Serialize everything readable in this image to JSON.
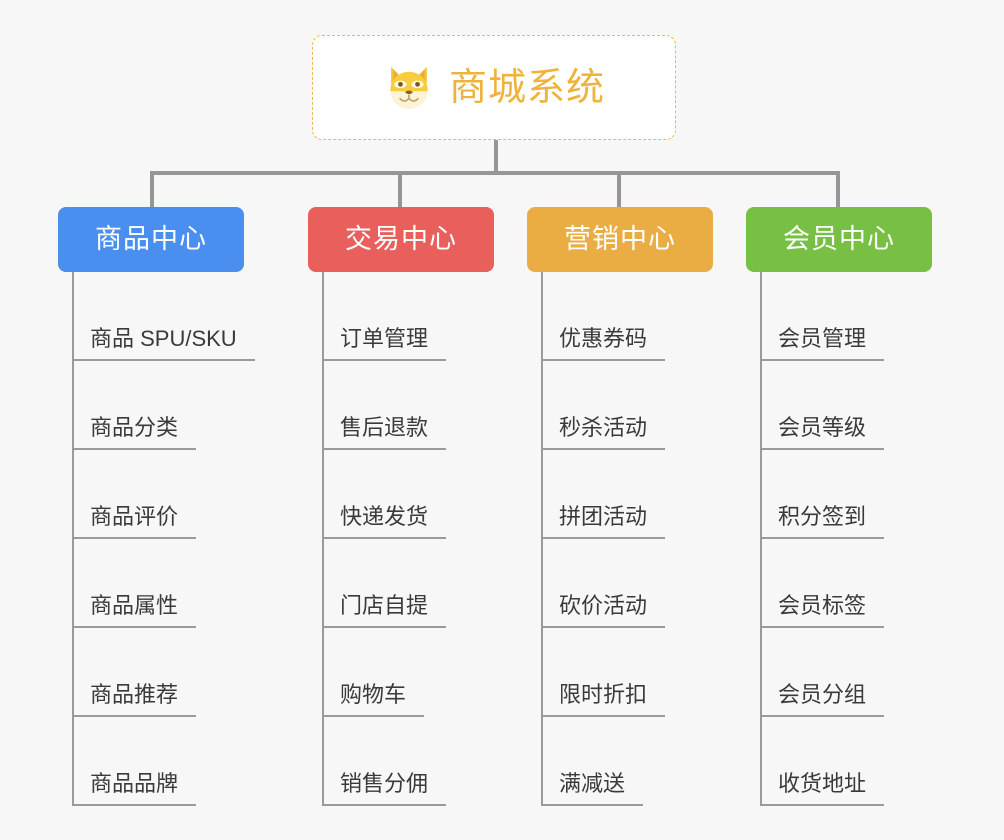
{
  "diagram": {
    "type": "mind-map",
    "background_color": "#f7f7f7",
    "root": {
      "title": "商城系统",
      "icon": "shiba-dog-face-icon",
      "text_color": "#eeb33c",
      "border_color": "#e9b94e",
      "background_color": "#ffffff"
    },
    "connector_color": "#969696",
    "leaf_line_color": "#9a9a9a",
    "leaf_text_color": "#3a3a3a",
    "branches": [
      {
        "label": "商品中心",
        "color": "#4a8ef0",
        "items": [
          "商品 SPU/SKU",
          "商品分类",
          "商品评价",
          "商品属性",
          "商品推荐",
          "商品品牌"
        ]
      },
      {
        "label": "交易中心",
        "color": "#e95f5c",
        "items": [
          "订单管理",
          "售后退款",
          "快递发货",
          "门店自提",
          "购物车",
          "销售分佣"
        ]
      },
      {
        "label": "营销中心",
        "color": "#eaad44",
        "items": [
          "优惠券码",
          "秒杀活动",
          "拼团活动",
          "砍价活动",
          "限时折扣",
          "满减送"
        ]
      },
      {
        "label": "会员中心",
        "color": "#78c043",
        "items": [
          "会员管理",
          "会员等级",
          "积分签到",
          "会员标签",
          "会员分组",
          "收货地址"
        ]
      }
    ]
  }
}
